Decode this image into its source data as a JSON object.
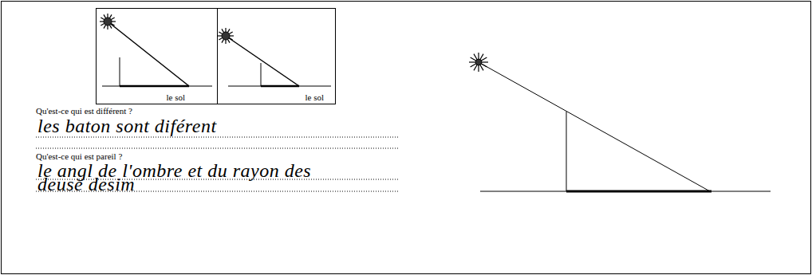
{
  "diagram": {
    "nodes": [
      {
        "text": [
          "le sol"
        ]
      },
      {
        "text": [
          "le sol"
        ]
      }
    ],
    "labels": [
      "Qu'est-ce qui est différent ?",
      "les baton sont diférent",
      "Qu'est-ce qui est pareil ?",
      "le angl de l'ombre et du rayon des deuse desim"
    ]
  }
}
